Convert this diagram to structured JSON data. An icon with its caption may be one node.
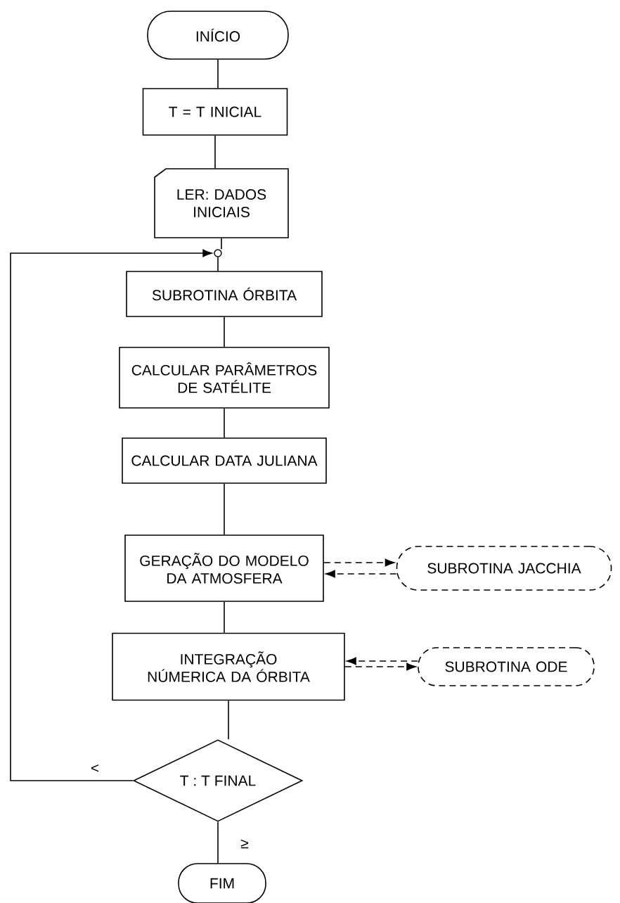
{
  "diagram": {
    "nodes": [
      {
        "text": [
          "INÍCIO"
        ]
      },
      {
        "text": [
          "T = T INICIAL"
        ]
      },
      {
        "text": [
          "LER: DADOS INICIAIS"
        ]
      },
      {
        "text": [],
        "shape": "circle"
      },
      {
        "text": [
          "SUBROTINA ÓRBITA"
        ]
      },
      {
        "text": [
          "CALCULAR PARÂMETROS DE SATÉLITE"
        ]
      },
      {
        "text": [
          "CALCULAR DATA JULIANA"
        ]
      },
      {
        "text": [
          "GERAÇÃO DO MODELO DA ATMOSFERA"
        ]
      },
      {
        "text": [
          "SUBROTINA JACCHIA"
        ]
      },
      {
        "text": [
          "INTEGRAÇÃO NÚMERICA DA ÓRBITA"
        ]
      },
      {
        "text": [
          "SUBROTINA ODE"
        ]
      },
      {
        "text": [
          "T : T FINAL"
        ]
      },
      {
        "text": [
          "FIM"
        ]
      }
    ],
    "edges": [
      {
        "from": 0,
        "to": 1,
        "arrow": "none"
      },
      {
        "from": 1,
        "to": 2,
        "arrow": "none"
      },
      {
        "from": 2,
        "to": 3,
        "arrow": "none"
      },
      {
        "from": 3,
        "to": 4,
        "arrow": "none"
      },
      {
        "from": 4,
        "to": 5,
        "arrow": "none"
      },
      {
        "from": 5,
        "to": 6,
        "arrow": "none"
      },
      {
        "from": 6,
        "to": 7,
        "arrow": "none"
      },
      {
        "from": 7,
        "to": 8,
        "arrow": "to",
        "style": "dashed"
      },
      {
        "from": 8,
        "to": 7,
        "arrow": "to",
        "style": "dashed"
      },
      {
        "from": 7,
        "to": 9,
        "arrow": "none"
      },
      {
        "from": 9,
        "to": 10,
        "arrow": "to",
        "style": "dashed"
      },
      {
        "from": 10,
        "to": 9,
        "arrow": "to",
        "style": "dashed"
      },
      {
        "from": 9,
        "to": 11,
        "arrow": "none"
      },
      {
        "from": 11,
        "to": 3,
        "arrow": "to",
        "label": "<"
      },
      {
        "from": 11,
        "to": 12,
        "arrow": "none",
        "label": "≥"
      }
    ]
  }
}
